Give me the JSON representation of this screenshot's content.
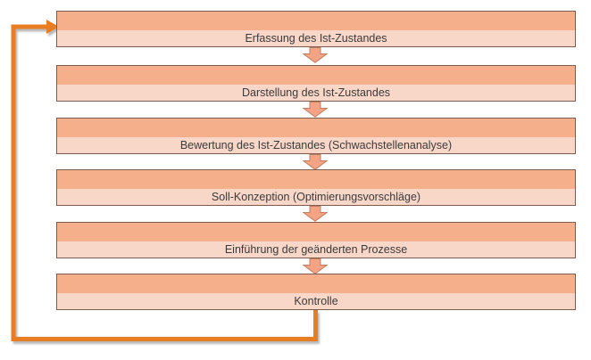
{
  "diagram": {
    "type": "flowchart",
    "steps": [
      "Erfassung des Ist-Zustandes",
      "Darstellung des Ist-Zustandes",
      "Bewertung des Ist-Zustandes (Schwachstellenanalyse)",
      "Soll-Konzeption (Optimierungsvorschläge)",
      "Einführung der geänderten Prozesse",
      "Kontrolle"
    ],
    "feedback_loop": "from Kontrolle back to Erfassung des Ist-Zustandes",
    "colors": {
      "step_fill_top": "#F5B08B",
      "step_fill_bottom": "#F8D6C8",
      "step_border": "#7D5B4E",
      "down_arrow_fill": "#F4A385",
      "down_arrow_outline": "#C07D60",
      "feedback_arrow": "#E87E24",
      "text": "#3B3B3B",
      "background": "#FFFFFF"
    }
  }
}
